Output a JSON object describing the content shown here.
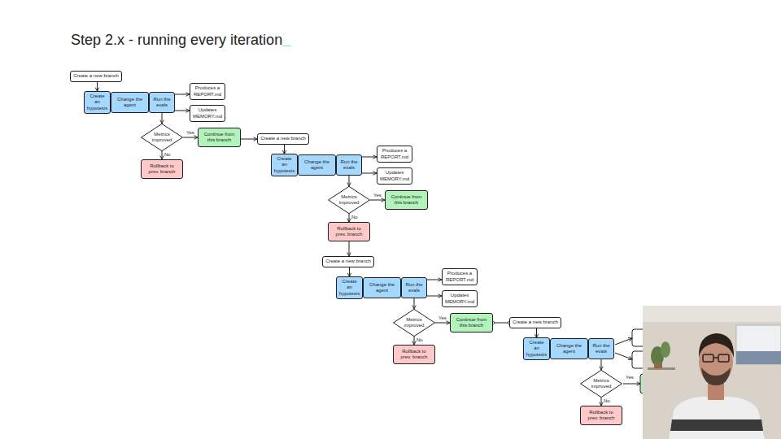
{
  "diagram": {
    "title": "Step 2.x - running every iteration",
    "nodes": [
      {
        "text": [
          "Create a new branch"
        ]
      },
      {
        "text": [
          "Create an hypotesis"
        ]
      },
      {
        "text": [
          "Change the agent"
        ]
      },
      {
        "text": [
          "Run the evals"
        ]
      },
      {
        "text": [
          "Produces a REPORT.md"
        ]
      },
      {
        "text": [
          "Updates MEMORY.md"
        ]
      },
      {
        "text": [
          "Metrics improved"
        ]
      },
      {
        "text": [
          "Continue from this branch"
        ]
      },
      {
        "text": [
          "Rollback to prev. branch"
        ]
      },
      {
        "text": [
          "Create a new branch"
        ]
      },
      {
        "text": [
          "Create an hypotesis"
        ]
      },
      {
        "text": [
          "Change the agent"
        ]
      },
      {
        "text": [
          "Run the evals"
        ]
      },
      {
        "text": [
          "Produces a REPORT.md"
        ]
      },
      {
        "text": [
          "Updates MEMORY.md"
        ]
      },
      {
        "text": [
          "Metrics improved"
        ]
      },
      {
        "text": [
          "Continue from this branch"
        ]
      },
      {
        "text": [
          "Rollback to prev. branch"
        ]
      },
      {
        "text": [
          "Create a new branch"
        ]
      },
      {
        "text": [
          "Create an hypotesis"
        ]
      },
      {
        "text": [
          "Change the agent"
        ]
      },
      {
        "text": [
          "Run the evals"
        ]
      },
      {
        "text": [
          "Produces a REPORT.md"
        ]
      },
      {
        "text": [
          "Updates MEMORY.md"
        ]
      },
      {
        "text": [
          "Metrics improved"
        ]
      },
      {
        "text": [
          "Continue from this branch"
        ]
      },
      {
        "text": [
          "Rollback to prev. branch"
        ]
      },
      {
        "text": [
          "Create a new branch"
        ]
      },
      {
        "text": [
          "Create an hypotesis"
        ]
      },
      {
        "text": [
          "Change the agent"
        ]
      },
      {
        "text": [
          "Run the evals"
        ]
      },
      {
        "text": [
          "Metrics improved"
        ]
      },
      {
        "text": [
          "Rollback to prev. branch"
        ]
      }
    ],
    "edges": [
      {
        "from": 0,
        "to": 1,
        "arrow": "to"
      },
      {
        "from": 3,
        "to": 4,
        "arrow": "to"
      },
      {
        "from": 3,
        "to": 5,
        "arrow": "to"
      },
      {
        "from": 3,
        "to": 6,
        "arrow": "to"
      },
      {
        "from": 6,
        "to": 7,
        "label": "Yes",
        "arrow": "to"
      },
      {
        "from": 6,
        "to": 8,
        "label": "No",
        "arrow": "to"
      },
      {
        "from": 7,
        "to": 9,
        "arrow": "to"
      },
      {
        "from": 9,
        "to": 10,
        "arrow": "to"
      },
      {
        "from": 12,
        "to": 13,
        "arrow": "to"
      },
      {
        "from": 12,
        "to": 14,
        "arrow": "to"
      },
      {
        "from": 12,
        "to": 15,
        "arrow": "to"
      },
      {
        "from": 15,
        "to": 16,
        "label": "Yes",
        "arrow": "to"
      },
      {
        "from": 15,
        "to": 17,
        "label": "No",
        "arrow": "to"
      },
      {
        "from": 17,
        "to": 18,
        "arrow": "to"
      },
      {
        "from": 18,
        "to": 19,
        "arrow": "to"
      },
      {
        "from": 21,
        "to": 22,
        "arrow": "to"
      },
      {
        "from": 21,
        "to": 23,
        "arrow": "to"
      },
      {
        "from": 21,
        "to": 24,
        "arrow": "to"
      },
      {
        "from": 24,
        "to": 25,
        "label": "Yes",
        "arrow": "to"
      },
      {
        "from": 24,
        "to": 26,
        "label": "No",
        "arrow": "to"
      },
      {
        "from": 25,
        "to": 27,
        "arrow": "none"
      },
      {
        "from": 27,
        "to": 28,
        "arrow": "to"
      },
      {
        "from": 30,
        "to": 31,
        "arrow": "to"
      },
      {
        "from": 31,
        "to": 32,
        "label": "No",
        "arrow": "to"
      }
    ],
    "labels": [
      "_",
      "Yes"
    ]
  }
}
